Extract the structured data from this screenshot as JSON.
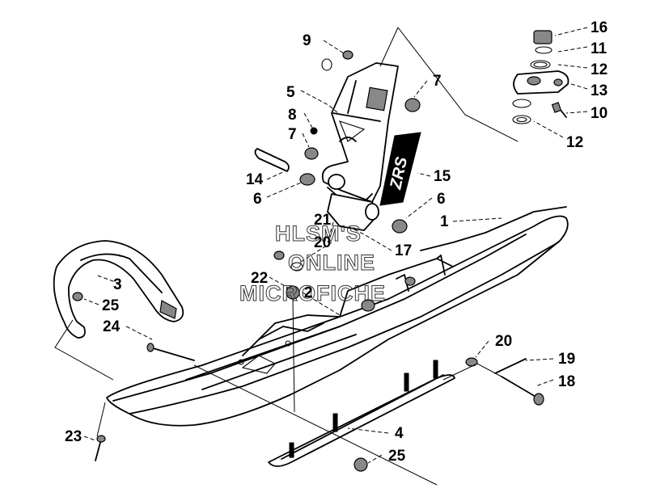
{
  "labels": {
    "l1": "1",
    "l2": "2",
    "l3": "3",
    "l4": "4",
    "l5": "5",
    "l6a": "6",
    "l6b": "6",
    "l7a": "7",
    "l7b": "7",
    "l8": "8",
    "l9": "9",
    "l10": "10",
    "l11": "11",
    "l12a": "12",
    "l12b": "12",
    "l13": "13",
    "l14": "14",
    "l15": "15",
    "l16": "16",
    "l17": "17",
    "l18": "18",
    "l19": "19",
    "l20a": "20",
    "l20b": "20",
    "l21": "21",
    "l22": "22",
    "l23": "23",
    "l24": "24",
    "l25a": "25",
    "l25b": "25"
  },
  "watermark": {
    "line1": "HLSM'S",
    "line2": "ONLINE",
    "line3": "MICROFICHE"
  },
  "decal_text": "ZRS"
}
